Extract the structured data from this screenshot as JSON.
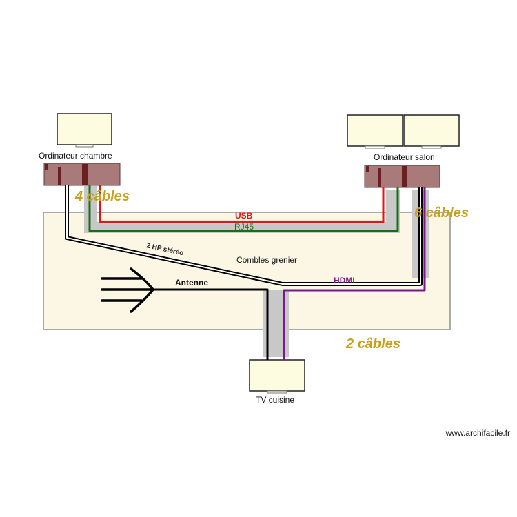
{
  "labels": {
    "ordinateur_chambre": "Ordinateur chambre",
    "ordinateur_salon": "Ordinateur salon",
    "tv_cuisine": "TV cuisine",
    "combles": "Combles grenier",
    "usb": "USB",
    "rj45": "RJ45",
    "hp_stereo": "2 HP stéréo",
    "antenne": "Antenne",
    "hdmi": "HDMI",
    "cables_left": "4 câbles",
    "cables_right": "6  câbles",
    "cables_bottom": "2 câbles",
    "watermark": "www.archifacile.fr"
  },
  "colors": {
    "usb": "#ee1111",
    "rj45": "#1a6e1a",
    "hdmi": "#7a1a8a",
    "cable_count": "#c8a11a",
    "room_fill": "#fbf7e4",
    "device_fill": "#fdfbe0",
    "pc_case": "#a87a7a"
  }
}
